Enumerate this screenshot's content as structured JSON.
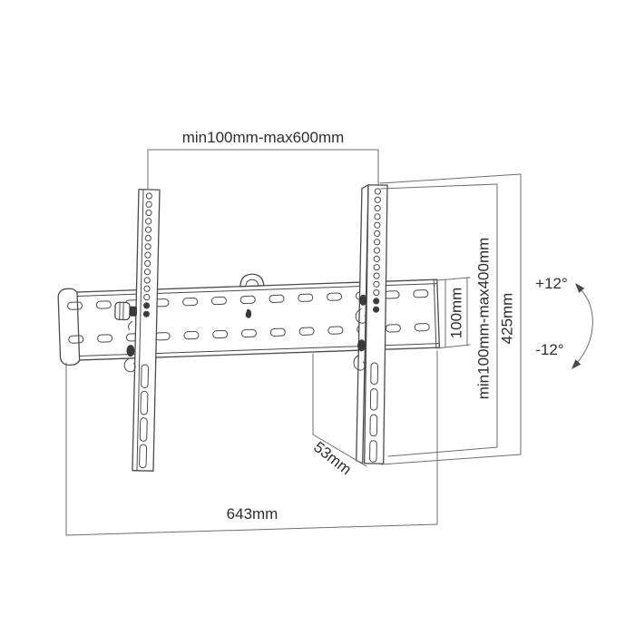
{
  "colors": {
    "background": "#ffffff",
    "line": "#4a4a4a",
    "dimension": "#6e6e6e",
    "text": "#2e2e2e",
    "dark_detail": "#3a3a3a"
  },
  "labels": {
    "mount_width_range": "min100mm-max600mm",
    "vesa_height_range": "min100mm-max400mm",
    "bracket_height": "425mm",
    "plate_height": "100mm",
    "depth": "53mm",
    "plate_width": "643mm",
    "tilt_up": "+12°",
    "tilt_down": "-12°"
  },
  "structure": {
    "vesa_holes_per_column": 15,
    "vesa_hole_pitch": 9.3,
    "lower_slots_per_bracket": 4,
    "plate_slot_columns": 13,
    "plate_slot_rows": 2,
    "plate_slot_pitch": 31.8
  }
}
